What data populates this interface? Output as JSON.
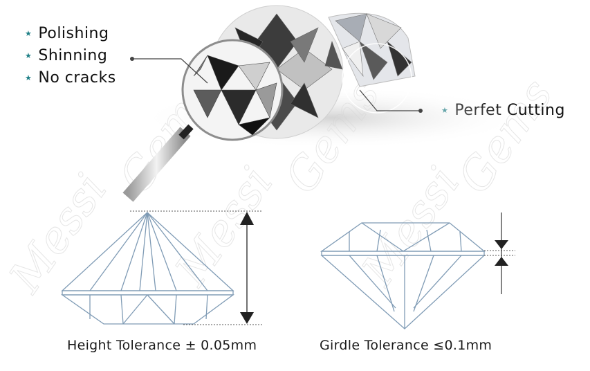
{
  "features_left": {
    "items": [
      {
        "icon": "star-icon",
        "label": "Polishing"
      },
      {
        "icon": "star-icon",
        "label": "Shinning"
      },
      {
        "icon": "star-icon",
        "label": "No cracks"
      }
    ]
  },
  "feature_right": {
    "icon": "star-icon",
    "label": "Perfet Cutting"
  },
  "bullet_glyph": "★",
  "watermark": {
    "word1": "Messi",
    "word2": "Gems"
  },
  "diagrams": {
    "height": {
      "caption": "Height Tolerance ± 0.05mm"
    },
    "girdle": {
      "caption": "Girdle Tolerance ≤0.1mm"
    }
  },
  "colors": {
    "bullet": "#1e7f86",
    "diamond_outline": "#7f9bb5",
    "arrow": "#222222",
    "text": "#111111"
  }
}
